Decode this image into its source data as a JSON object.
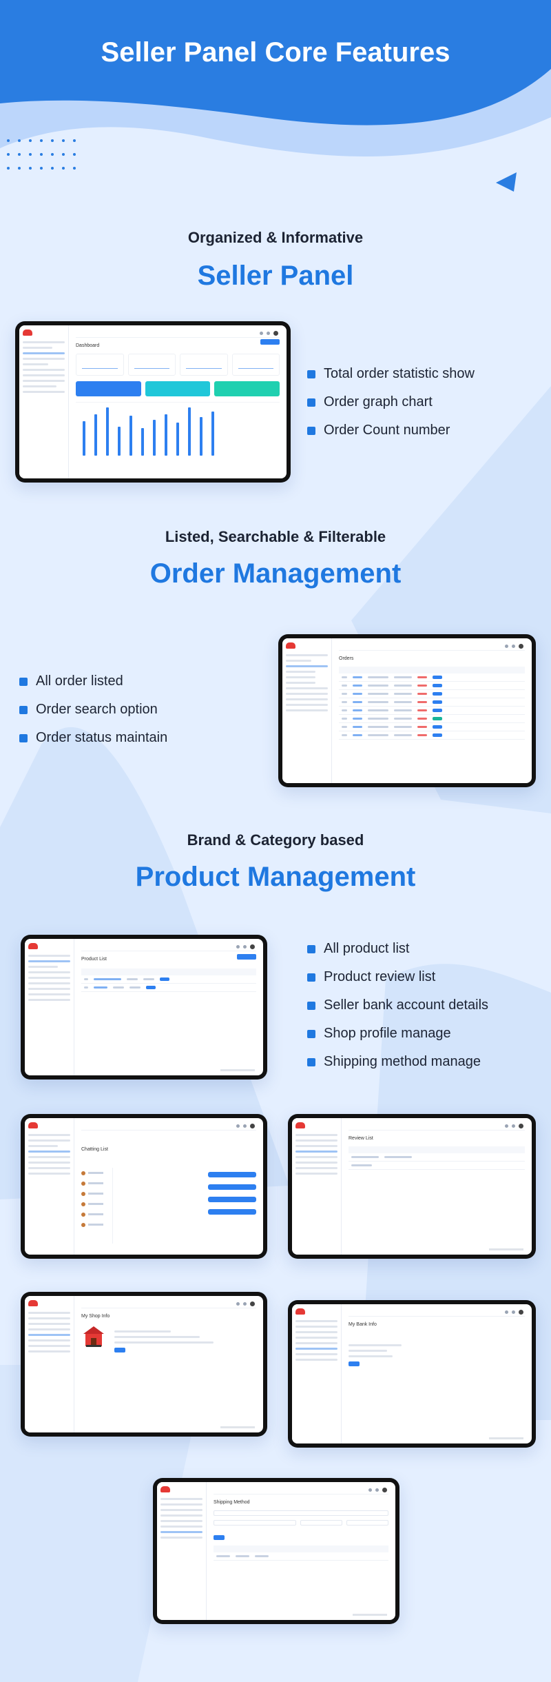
{
  "header": {
    "title": "Seller Panel Core Features"
  },
  "sections": {
    "seller_panel": {
      "subtitle": "Organized & Informative",
      "title": "Seller Panel",
      "features": [
        "Total order statistic show",
        "Order graph chart",
        "Order Count number"
      ]
    },
    "order_management": {
      "subtitle": "Listed, Searchable & Filterable",
      "title": "Order Management",
      "features": [
        "All order listed",
        "Order search option",
        "Order status maintain"
      ]
    },
    "product_management": {
      "subtitle": "Brand & Category based",
      "title": "Product Management",
      "features": [
        "All product list",
        "Product review list",
        "Seller bank account details",
        "Shop profile manage",
        "Shipping method manage"
      ]
    }
  },
  "screens": {
    "dashboard": {
      "page_title": "Dashboard"
    },
    "orders": {
      "page_title": "Orders"
    },
    "products": {
      "page_title": "Product List"
    },
    "chat": {
      "page_title": "Chatting List"
    },
    "reviews": {
      "page_title": "Review List"
    },
    "shop": {
      "page_title": "My Shop Info"
    },
    "bank": {
      "page_title": "My Bank Info"
    },
    "shipping": {
      "page_title": "Shipping Method"
    }
  },
  "colors": {
    "accent": "#1f78e0",
    "background": "#e4efff",
    "header_blue": "#2a7de1",
    "card_blue": "#2d7ff0",
    "card_cyan": "#20c7d9",
    "card_teal": "#1fd0b0"
  }
}
